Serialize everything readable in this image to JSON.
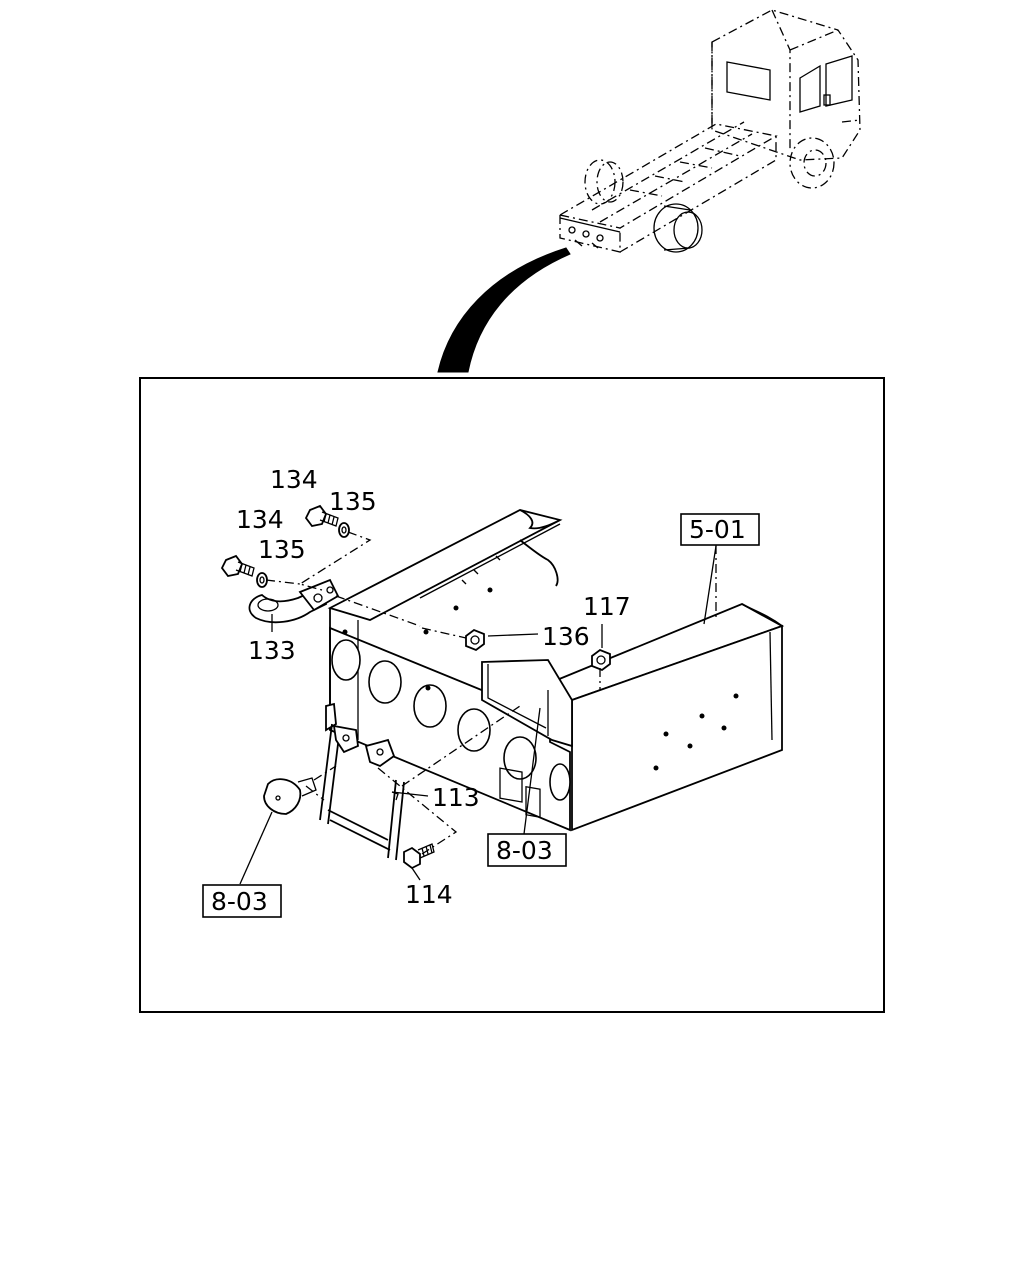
{
  "callouts": {
    "p134_upper": "134",
    "p135_upper": "135",
    "p134_lower": "134",
    "p135_lower": "135",
    "p133": "133",
    "p136": "136",
    "p117": "117",
    "p113": "113",
    "p114": "114"
  },
  "refs": {
    "frame": "5-01",
    "lamp_right": "8-03",
    "lamp_left": "8-03"
  }
}
